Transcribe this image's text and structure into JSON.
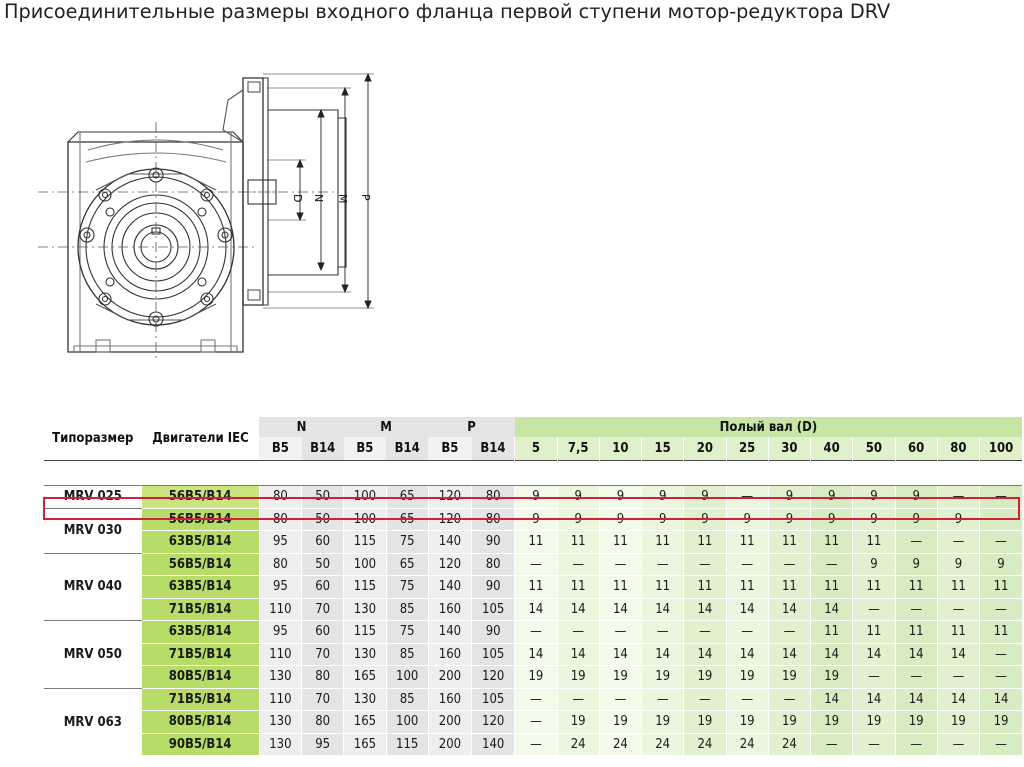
{
  "title": "Присоединительные размеры входного фланца первой ступени мотор-редуктора DRV",
  "drawing": {
    "labels": {
      "D": "D",
      "N": "N",
      "M": "M",
      "P": "P"
    }
  },
  "table": {
    "headers": {
      "type": "Типоразмер",
      "motor": "Двигатели IEC",
      "N": "N",
      "M": "M",
      "P": "P",
      "shaft": "Полый вал (D)",
      "sub_B5": "B5",
      "sub_B14": "B14",
      "shaft_sizes": [
        "5",
        "7,5",
        "10",
        "15",
        "20",
        "25",
        "30",
        "40",
        "50",
        "60",
        "80",
        "100"
      ]
    },
    "groups": [
      {
        "type": "MRV 025",
        "rows": [
          {
            "motor": "56B5/B14",
            "dims": [
              "80",
              "50",
              "100",
              "65",
              "120",
              "80"
            ],
            "shaft": [
              "9",
              "9",
              "9",
              "9",
              "9",
              "—",
              "9",
              "9",
              "9",
              "9",
              "—",
              "—"
            ]
          }
        ]
      },
      {
        "type": "MRV 030",
        "rows": [
          {
            "motor": "56B5/B14",
            "dims": [
              "80",
              "50",
              "100",
              "65",
              "120",
              "80"
            ],
            "shaft": [
              "9",
              "9",
              "9",
              "9",
              "9",
              "9",
              "9",
              "9",
              "9",
              "9",
              "9",
              "—"
            ]
          },
          {
            "motor": "63B5/B14",
            "dims": [
              "95",
              "60",
              "115",
              "75",
              "140",
              "90"
            ],
            "shaft": [
              "11",
              "11",
              "11",
              "11",
              "11",
              "11",
              "11",
              "11",
              "11",
              "—",
              "—",
              "—"
            ]
          }
        ]
      },
      {
        "type": "MRV 040",
        "rows": [
          {
            "motor": "56B5/B14",
            "dims": [
              "80",
              "50",
              "100",
              "65",
              "120",
              "80"
            ],
            "shaft": [
              "—",
              "—",
              "—",
              "—",
              "—",
              "—",
              "—",
              "—",
              "9",
              "9",
              "9",
              "9"
            ]
          },
          {
            "motor": "63B5/B14",
            "dims": [
              "95",
              "60",
              "115",
              "75",
              "140",
              "90"
            ],
            "shaft": [
              "11",
              "11",
              "11",
              "11",
              "11",
              "11",
              "11",
              "11",
              "11",
              "11",
              "11",
              "11"
            ]
          },
          {
            "motor": "71B5/B14",
            "dims": [
              "110",
              "70",
              "130",
              "85",
              "160",
              "105"
            ],
            "shaft": [
              "14",
              "14",
              "14",
              "14",
              "14",
              "14",
              "14",
              "14",
              "—",
              "—",
              "—",
              "—"
            ]
          }
        ]
      },
      {
        "type": "MRV 050",
        "rows": [
          {
            "motor": "63B5/B14",
            "dims": [
              "95",
              "60",
              "115",
              "75",
              "140",
              "90"
            ],
            "shaft": [
              "—",
              "—",
              "—",
              "—",
              "—",
              "—",
              "—",
              "11",
              "11",
              "11",
              "11",
              "11"
            ]
          },
          {
            "motor": "71B5/B14",
            "dims": [
              "110",
              "70",
              "130",
              "85",
              "160",
              "105"
            ],
            "shaft": [
              "14",
              "14",
              "14",
              "14",
              "14",
              "14",
              "14",
              "14",
              "14",
              "14",
              "14",
              "—"
            ]
          },
          {
            "motor": "80B5/B14",
            "dims": [
              "130",
              "80",
              "165",
              "100",
              "200",
              "120"
            ],
            "shaft": [
              "19",
              "19",
              "19",
              "19",
              "19",
              "19",
              "19",
              "19",
              "—",
              "—",
              "—",
              "—"
            ]
          }
        ]
      },
      {
        "type": "MRV 063",
        "rows": [
          {
            "motor": "71B5/B14",
            "dims": [
              "110",
              "70",
              "130",
              "85",
              "160",
              "105"
            ],
            "shaft": [
              "—",
              "—",
              "—",
              "—",
              "—",
              "—",
              "—",
              "14",
              "14",
              "14",
              "14",
              "14"
            ]
          },
          {
            "motor": "80B5/B14",
            "dims": [
              "130",
              "80",
              "165",
              "100",
              "200",
              "120"
            ],
            "shaft": [
              "—",
              "19",
              "19",
              "19",
              "19",
              "19",
              "19",
              "19",
              "19",
              "19",
              "19",
              "19"
            ]
          },
          {
            "motor": "90B5/B14",
            "dims": [
              "130",
              "95",
              "165",
              "115",
              "200",
              "140"
            ],
            "shaft": [
              "—",
              "24",
              "24",
              "24",
              "24",
              "24",
              "24",
              "—",
              "—",
              "—",
              "—",
              "—"
            ]
          }
        ]
      }
    ]
  },
  "colors": {
    "highlight": "#d2203a",
    "motor_green": "#b8dc68",
    "shaft_header_green": "#c7e6a6"
  }
}
